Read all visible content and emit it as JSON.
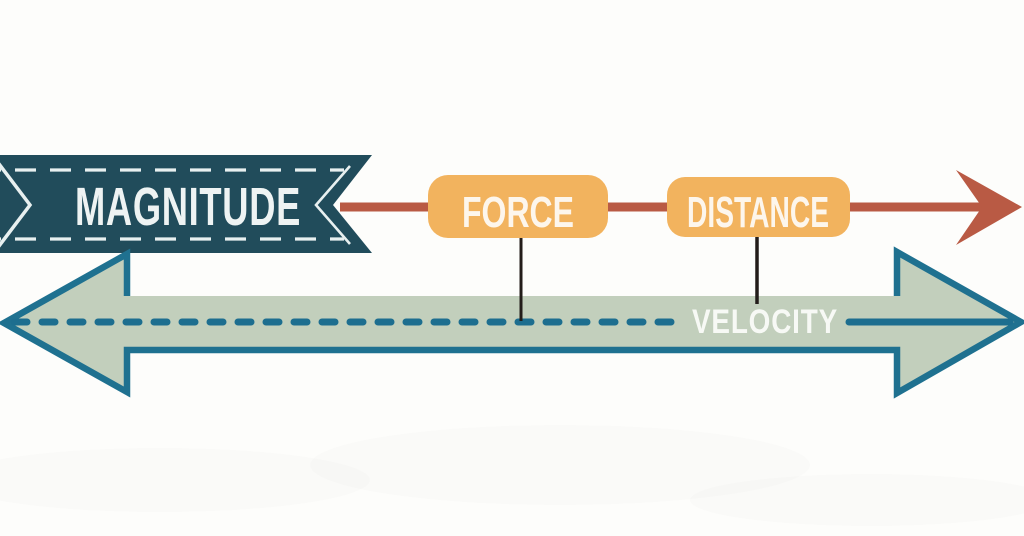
{
  "diagram": {
    "banner_label": "MAGNITUDE",
    "top_axis": {
      "nodes": [
        {
          "label": "FORCE"
        },
        {
          "label": "DISTANCE"
        }
      ]
    },
    "bottom_axis": {
      "label": "VELOCITY"
    }
  },
  "colors": {
    "background": "#fdfdfb",
    "banner": "#214c5b",
    "banner_dash": "#e8f0f0",
    "banner_text": "#eef3f3",
    "red_arrow": "#b95a44",
    "node_fill": "#f2b35e",
    "node_text": "#fdf6ec",
    "double_arrow_fill": "#c2cfbc",
    "double_arrow_border": "#1f7190",
    "dashed_line": "#1d6e8f",
    "connector": "#231d1a",
    "velocity_text": "#f7f9f5"
  }
}
